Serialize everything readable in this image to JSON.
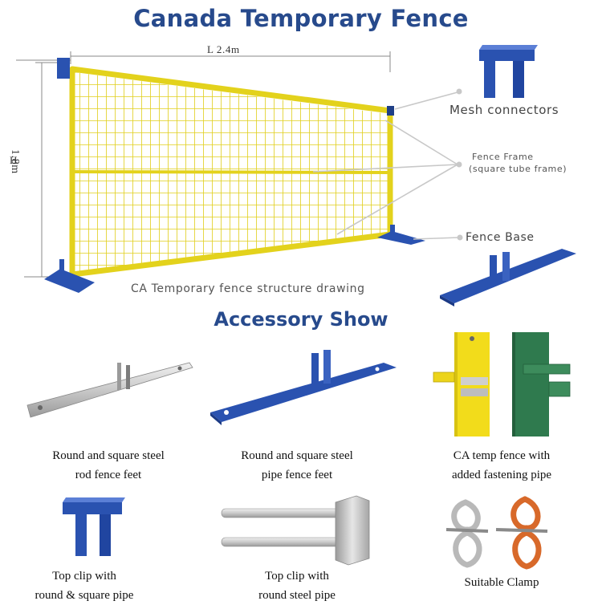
{
  "title": "Canada Temporary Fence",
  "diagram": {
    "length_label": "L 2.4m",
    "height_label": "1.8m",
    "height_symbol": "H",
    "caption": "CA Temporary fence structure drawing",
    "callouts": {
      "mesh_connectors": "Mesh connectors",
      "fence_frame_line1": "Fence Frame",
      "fence_frame_line2": "(square tube frame)",
      "fence_base": "Fence Base"
    }
  },
  "section_title": "Accessory Show",
  "accessories": [
    {
      "line1": "Round and square steel",
      "line2": "rod fence feet"
    },
    {
      "line1": "Round and square steel",
      "line2": "pipe fence feet"
    },
    {
      "line1": "CA temp fence with",
      "line2": "added fastening pipe"
    },
    {
      "line1": "Top clip with",
      "line2": "round & square pipe"
    },
    {
      "line1": "Top clip with",
      "line2": "round steel pipe"
    },
    {
      "line1": "Suitable Clamp",
      "line2": ""
    }
  ],
  "colors": {
    "title_blue": "#274a8c",
    "fence_yellow": "#e7d51f",
    "part_blue": "#2a52b0",
    "fence_green": "#2f7a4e",
    "clamp_orange": "#d8692a"
  }
}
